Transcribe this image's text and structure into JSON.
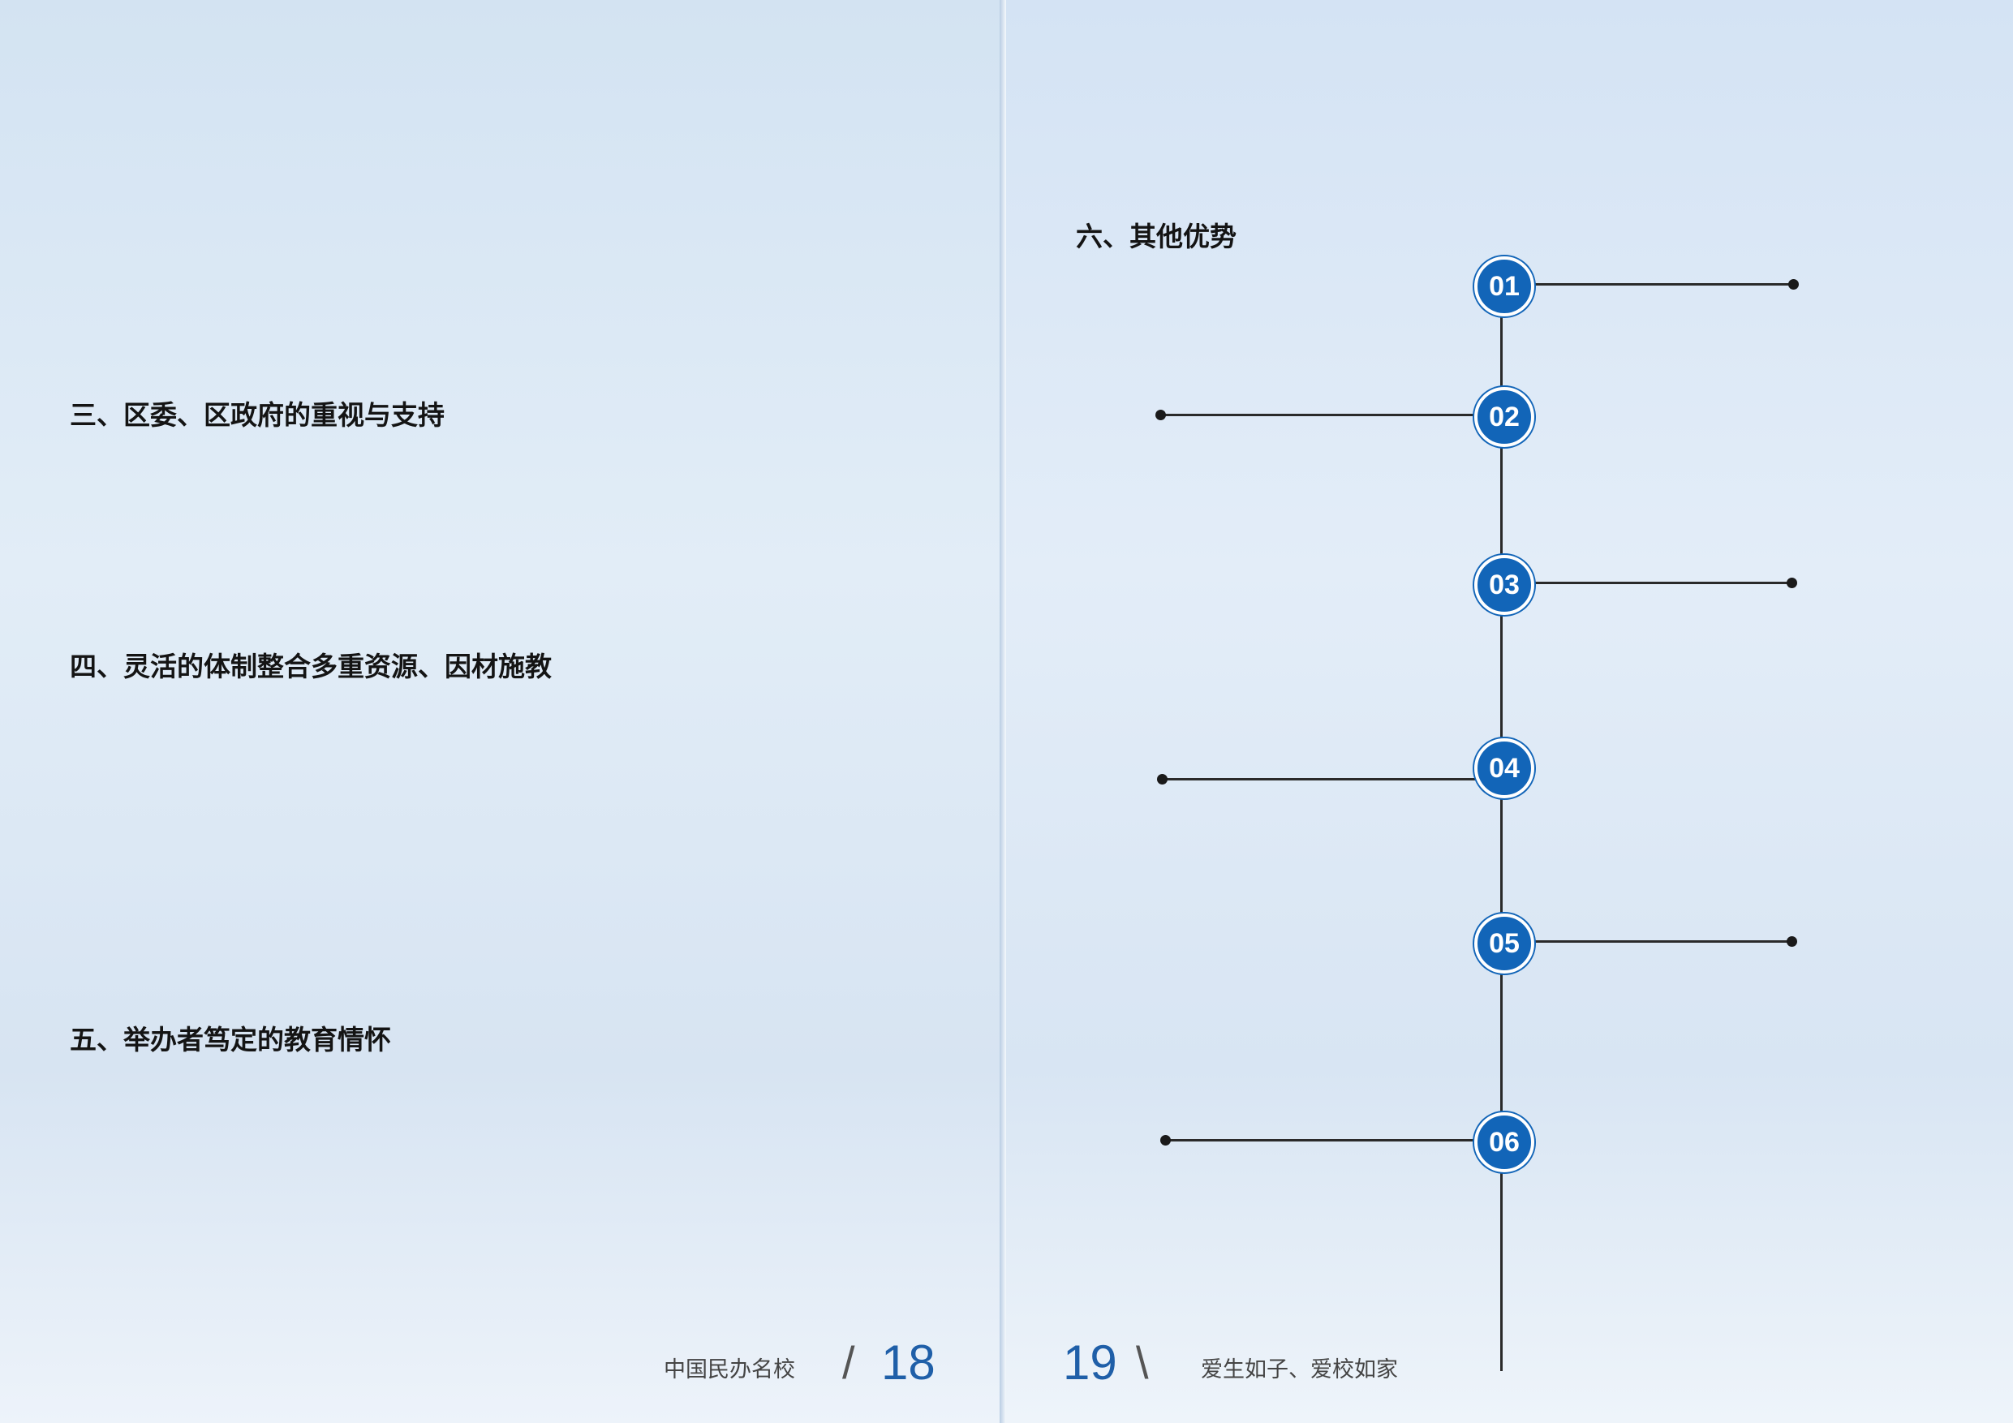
{
  "left_page": {
    "intro_paragraph": "",
    "sections": [
      {
        "heading": "三、区委、区政府的重视与支持",
        "body": ""
      },
      {
        "heading": "四、灵活的体制整合多重资源、因材施教",
        "body": ""
      },
      {
        "heading": "五、举办者笃定的教育情怀",
        "body": ""
      }
    ],
    "footer": {
      "label": "中国民办名校",
      "page_number": "18"
    }
  },
  "right_page": {
    "heading": "六、其他优势",
    "timeline": [
      {
        "number": "01",
        "title": "",
        "description": ""
      },
      {
        "number": "02",
        "title": "",
        "description": ""
      },
      {
        "number": "03",
        "title": "",
        "description": ""
      },
      {
        "number": "04",
        "title": "",
        "description": ""
      },
      {
        "number": "05",
        "title": "",
        "description": ""
      },
      {
        "number": "06",
        "title": "",
        "description": ""
      }
    ],
    "footer": {
      "page_number": "19",
      "slogan": "爱生如子、爱校如家"
    }
  },
  "colors": {
    "accent": "#1265b8",
    "folio": "#1f5fa8",
    "text": "#1e1e1e"
  },
  "decorations": {
    "folio_divider_left": "slash-divider",
    "folio_divider_right": "backslash-divider"
  }
}
